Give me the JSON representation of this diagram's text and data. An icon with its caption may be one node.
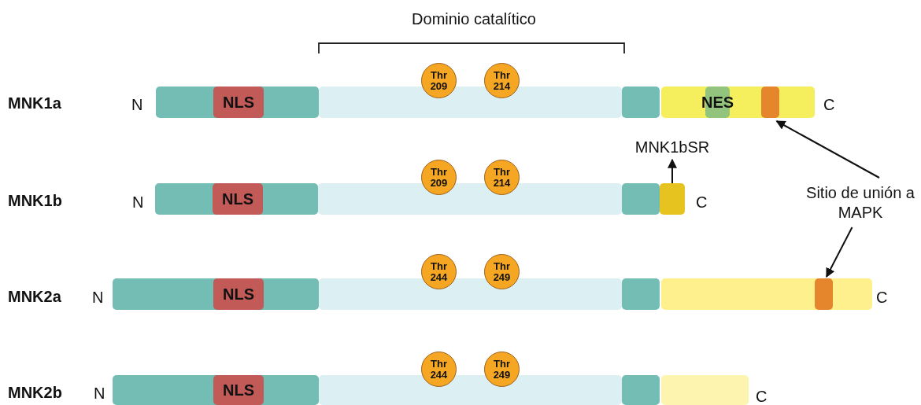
{
  "diagram": {
    "nodes": [
      {
        "text": [
          "NLS"
        ]
      },
      {
        "text": [
          "Thr 209"
        ]
      },
      {
        "text": [
          "Thr 214"
        ]
      },
      {
        "text": [
          "NES"
        ]
      },
      {
        "text": [],
        "shape": "box"
      },
      {
        "text": [
          "NLS"
        ]
      },
      {
        "text": [
          "Thr 209"
        ]
      },
      {
        "text": [
          "Thr 214"
        ]
      },
      {
        "text": [
          "MNK1bSR"
        ]
      },
      {
        "text": [],
        "shape": "box"
      },
      {
        "text": [
          "Sitio de unión a MAPK"
        ]
      },
      {
        "text": [
          "NLS"
        ]
      },
      {
        "text": [
          "Thr 244"
        ]
      },
      {
        "text": [
          "Thr 249"
        ]
      },
      {
        "text": [],
        "shape": "box"
      },
      {
        "text": [
          "NLS"
        ]
      },
      {
        "text": [
          "Thr 244"
        ]
      },
      {
        "text": [
          "Thr 249"
        ]
      }
    ],
    "edges": [
      {
        "from": 9,
        "to": 8,
        "arrow": "to"
      },
      {
        "from": 10,
        "to": 4,
        "arrow": "to"
      },
      {
        "from": 10,
        "to": 14,
        "arrow": "to"
      }
    ],
    "labels": [
      "Dominio catalítico",
      "MNK1a",
      "N",
      "C",
      "MNK1b",
      "N",
      "C",
      "MNK2a",
      "N",
      "C",
      "MNK2b",
      "N",
      "C"
    ]
  }
}
